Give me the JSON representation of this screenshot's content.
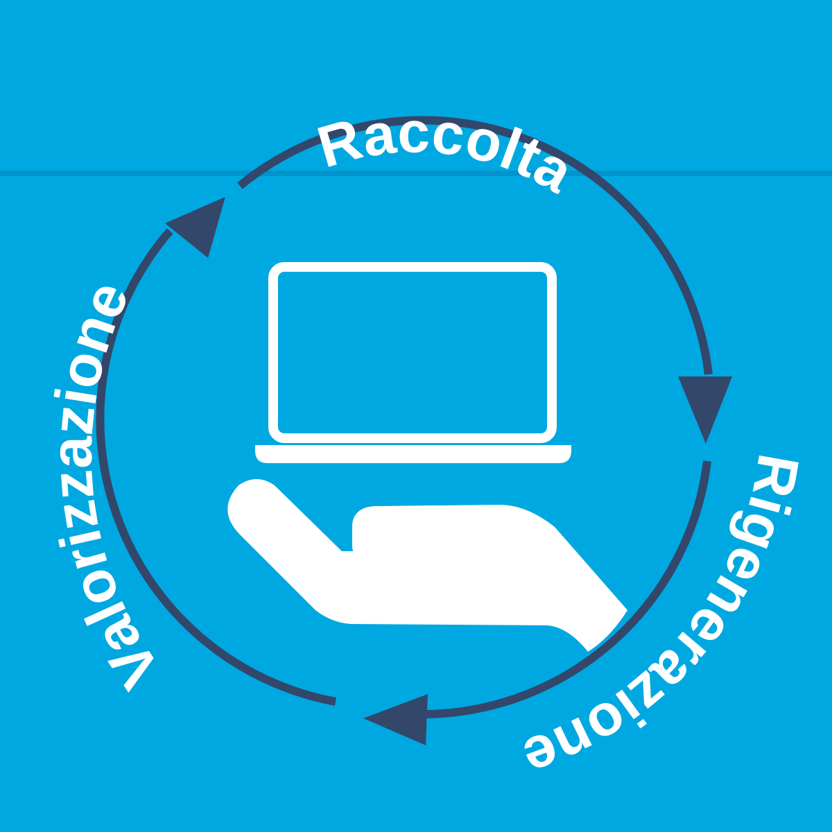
{
  "colors": {
    "background": "#00a8e1",
    "band_line": "#0093cc",
    "cycle": "#33476b",
    "icon": "#ffffff"
  },
  "cycle": {
    "direction": "clockwise",
    "stages": [
      {
        "key": "raccolta",
        "label": "Raccolta"
      },
      {
        "key": "rigenerazione",
        "label": "Rigenerazione"
      },
      {
        "key": "valorizzazione",
        "label": "Valorizzazione"
      }
    ]
  },
  "icon": {
    "name": "hand-holding-laptop-icon"
  }
}
